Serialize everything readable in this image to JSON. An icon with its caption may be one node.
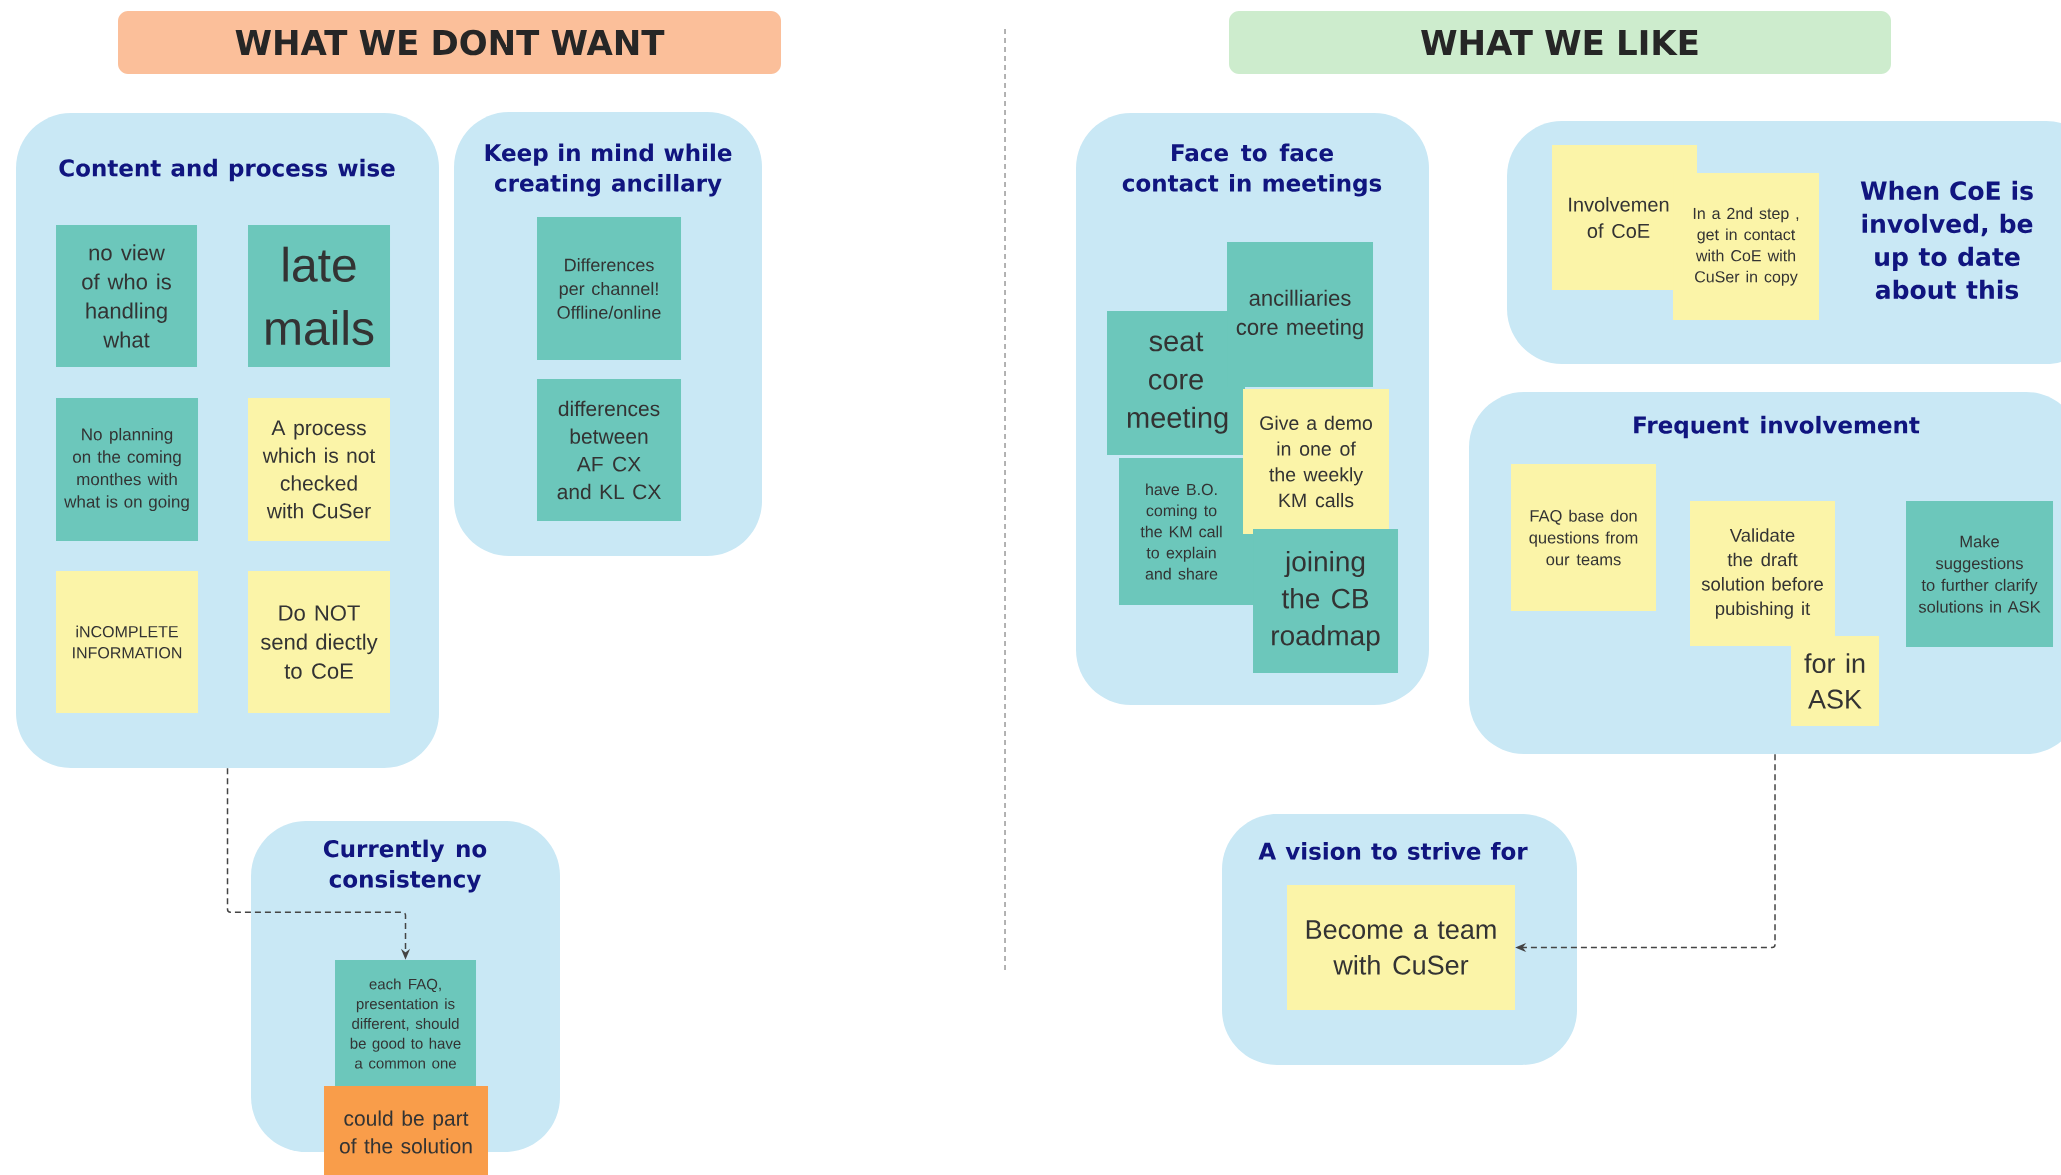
{
  "diagram": {
    "nodes": [
      {
        "text": [
          "WHAT WE DONT WANT"
        ]
      },
      {
        "text": [
          "WHAT WE LIKE"
        ]
      },
      {
        "text": [
          "Content and process wise"
        ]
      },
      {
        "text": [
          "no view of who is handling what"
        ],
        "in": 2
      },
      {
        "text": [
          "late mails"
        ],
        "in": 2
      },
      {
        "text": [
          "No planning on the coming monthes with what is on going"
        ],
        "in": 2
      },
      {
        "text": [
          "A process which is not checked with CuSer"
        ],
        "in": 2
      },
      {
        "text": [
          "iNCOMPLETE INFORMATION"
        ],
        "in": 2
      },
      {
        "text": [
          "Do NOT send diectly to CoE"
        ],
        "in": 2
      },
      {
        "text": [
          "Keep in mind while creating ancillary"
        ]
      },
      {
        "text": [
          "Differences per channel! Offline/online"
        ],
        "in": 9
      },
      {
        "text": [
          "differences between AF CX and KL CX"
        ],
        "in": 9
      },
      {
        "text": [
          "Currently no consistency"
        ]
      },
      {
        "text": [
          "each FAQ, presentation is different, should be good to have a common one"
        ],
        "in": 12
      },
      {
        "text": [
          "could be part of the solution"
        ]
      },
      {
        "text": [
          "Face to face contact in meetings"
        ]
      },
      {
        "text": [
          "seat core meeting"
        ],
        "in": 15
      },
      {
        "text": [
          "ancilliaries core meeting"
        ],
        "in": 15
      },
      {
        "text": [
          "have B.O. coming to the KM call to explain and share"
        ],
        "in": 15
      },
      {
        "text": [
          "Give a demo in one of the weekly KM calls"
        ],
        "in": 15
      },
      {
        "text": [
          "joining the CB roadmap"
        ],
        "in": 15
      },
      {
        "text": [
          "When CoE is involved, be up to date about this"
        ]
      },
      {
        "text": [
          "Involvemen of CoE"
        ],
        "in": 21
      },
      {
        "text": [
          "In a 2nd step , get in contact with CoE with CuSer in copy"
        ],
        "in": 21
      },
      {
        "text": [
          "Frequent involvement"
        ]
      },
      {
        "text": [
          "FAQ base don questions from our teams"
        ],
        "in": 24
      },
      {
        "text": [
          "Validate the draft solution before pubishing it"
        ],
        "in": 24
      },
      {
        "text": [
          "for in ASK"
        ],
        "in": 24
      },
      {
        "text": [
          "Make suggestions to further clarify solutions in ASK"
        ],
        "in": 24
      },
      {
        "text": [
          "A vision to strive for"
        ]
      },
      {
        "text": [
          "Become a team with CuSer"
        ],
        "in": 29
      }
    ],
    "edges": [
      {
        "from": 2,
        "to": 13,
        "arrow": "to",
        "style": "dashed"
      },
      {
        "from": 24,
        "to": 30,
        "arrow": "to",
        "style": "dashed"
      }
    ]
  }
}
